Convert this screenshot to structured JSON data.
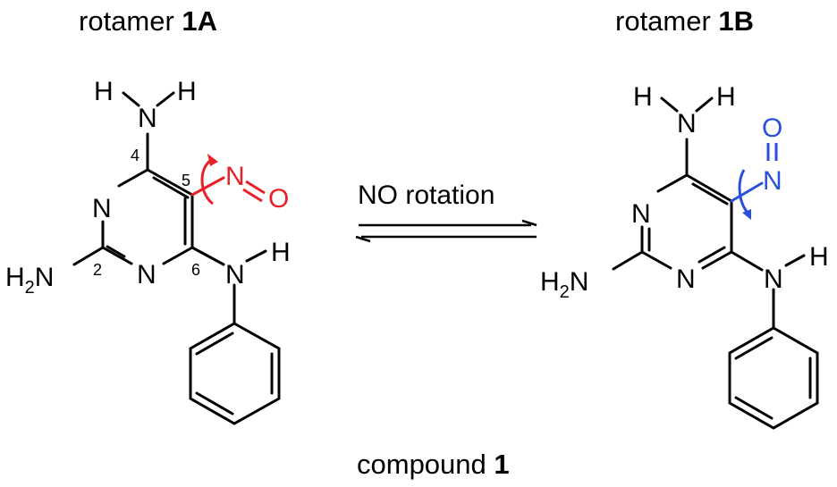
{
  "titles": {
    "left_prefix": "rotamer ",
    "left_bold": "1A",
    "right_prefix": "rotamer ",
    "right_bold": "1B",
    "bottom_prefix": "compound ",
    "bottom_bold": "1"
  },
  "arrow_label": "NO rotation",
  "atoms": {
    "H": "H",
    "N": "N",
    "O": "O",
    "h2n_H": "H",
    "h2n_sub": "2",
    "h2n_N": "N"
  },
  "ring_numbers": {
    "c2": "2",
    "c4": "4",
    "c5": "5",
    "c6": "6"
  },
  "colors": {
    "rotamer_a_nitroso": "#e8202a",
    "rotamer_b_nitroso": "#2a4fd8",
    "default": "#000000"
  }
}
